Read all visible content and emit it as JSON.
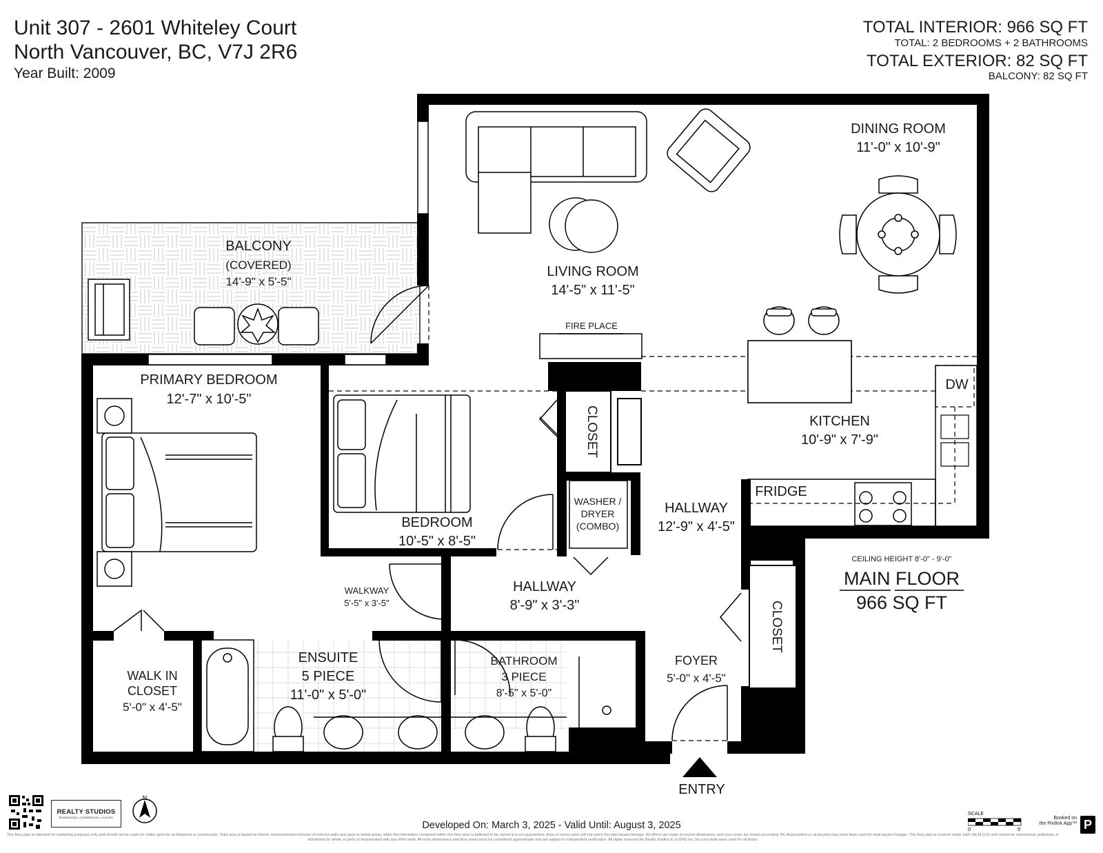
{
  "header": {
    "address_line1": "Unit 307 - 2601 Whiteley Court",
    "address_line2": "North Vancouver, BC, V7J 2R6",
    "year_built": "Year Built: 2009",
    "total_interior": "TOTAL INTERIOR: 966 SQ FT",
    "interior_detail": "TOTAL: 2 BEDROOMS  + 2 BATHROOMS",
    "total_exterior": "TOTAL EXTERIOR: 82 SQ FT",
    "exterior_detail": "BALCONY: 82 SQ FT"
  },
  "rooms": {
    "dining_room": {
      "name": "DINING ROOM",
      "dims": "11'-0\" x 10'-9\""
    },
    "living_room": {
      "name": "LIVING ROOM",
      "dims": "14'-5\" x 11'-5\""
    },
    "balcony": {
      "name": "BALCONY",
      "note": "(COVERED)",
      "dims": "14'-9\" x 5'-5\""
    },
    "fireplace": "FIRE PLACE",
    "primary_bedroom": {
      "name": "PRIMARY BEDROOM",
      "dims": "12'-7\" x 10'-5\""
    },
    "bedroom": {
      "name": "BEDROOM",
      "dims": "10'-5\" x 8'-5\""
    },
    "closet_1": "CLOSET",
    "closet_2": "CLOSET",
    "dw": "DW",
    "kitchen": {
      "name": "KITCHEN",
      "dims": "10'-9\" x 7'-9\""
    },
    "fridge": "FRIDGE",
    "washer": {
      "line1": "WASHER /",
      "line2": "DRYER",
      "line3": "(COMBO)"
    },
    "hallway_main": {
      "name": "HALLWAY",
      "dims": "12'-9\" x 4'-5\""
    },
    "walkway": {
      "name": "WALKWAY",
      "dims": "5'-5\" x 3'-5\""
    },
    "hallway_2": {
      "name": "HALLWAY",
      "dims": "8'-9\" x 3'-3\""
    },
    "walk_in_closet": {
      "line1": "WALK IN",
      "line2": "CLOSET",
      "dims": "5'-0\" x 4'-5\""
    },
    "ensuite": {
      "line1": "ENSUITE",
      "line2": "5 PIECE",
      "dims": "11'-0\" x 5'-0\""
    },
    "bathroom": {
      "line1": "BATHROOM",
      "line2": "3 PIECE",
      "dims": "8'-5\" x 5'-0\""
    },
    "foyer": {
      "name": "FOYER",
      "dims": "5'-0\" x 4'-5\""
    },
    "entry": "ENTRY"
  },
  "floor_info": {
    "ceiling": "CEILING HEIGHT 8'-0\" - 9'-0\"",
    "floor_name": "MAIN FLOOR",
    "floor_area": "966 SQ FT"
  },
  "footer": {
    "developed": "Developed On: March 3, 2025 - Valid Until: August 3, 2025",
    "disclaimer": "This floor plan is intended for marketing purposes only and should not be used nor relied upon for architectural or construction. Total area is based on interior measurements inclusive of exterior walls and upon to below areas, while the information contained within this floor plan is believed to be correct it is not guaranteed. Area of rooms sizes will not reach the total square footage. All efforts are made to ensure dimensions and room sizes are drawn accurately. BC Assessment or strata plan may have been used for total square footage. This floor plan is covered under E&O (RLM.O.E) and cannot be reproduced, published, or distributed (in whole or parts or incorporated with any other work. All room dimensions and floor areas must be considered approximate and are subject to independent verification. All rights reserved for Realty Studios & VLGRS Inc. 5a such walls were used for all floors.",
    "logo_name": "REALTY STUDIOS",
    "logo_sub": "RESIDENTIAL | COMMERCIAL | LUXURY",
    "north": "N",
    "scale_label": "SCALE",
    "scale_0": "0'",
    "scale_5": "5'",
    "pixlink_1": "Booked on",
    "pixlink_2": "the Pixilink App™",
    "p_badge": "P"
  }
}
